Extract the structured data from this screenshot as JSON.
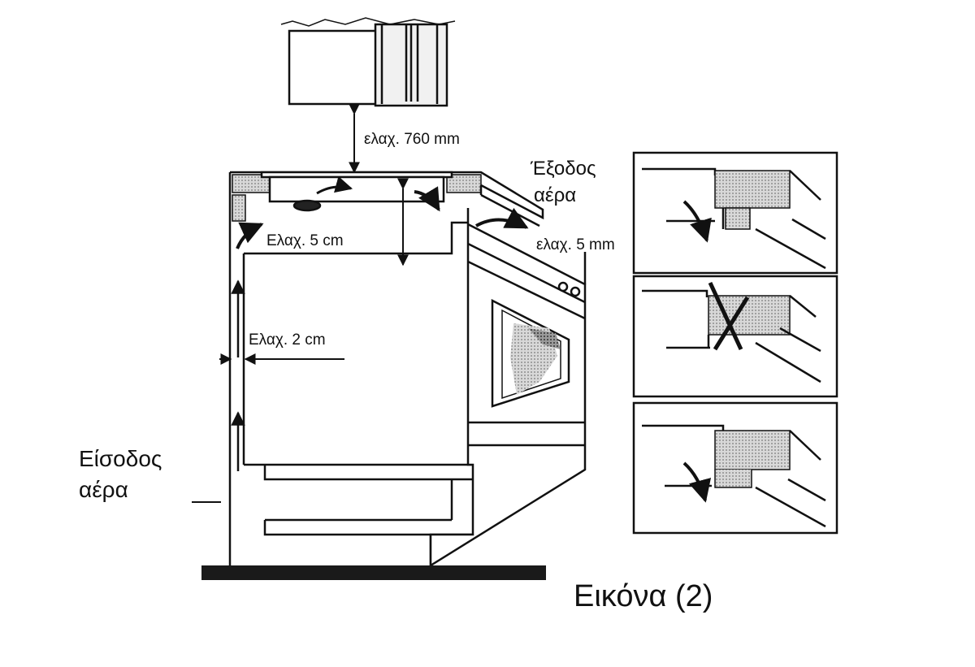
{
  "labels": {
    "min_hood_clearance": "ελαχ. 760 mm",
    "air_outlet_line1": "Έξοδος",
    "air_outlet_line2": "αέρα",
    "min_top_gap": "Ελαχ. 5 cm",
    "min_side_gap": "ελαχ. 5 mm",
    "min_back_gap": "Ελαχ. 2 cm",
    "air_inlet_line1": "Είσοδος",
    "air_inlet_line2": "αέρα",
    "figure_caption": "Εικόνα (2)"
  }
}
